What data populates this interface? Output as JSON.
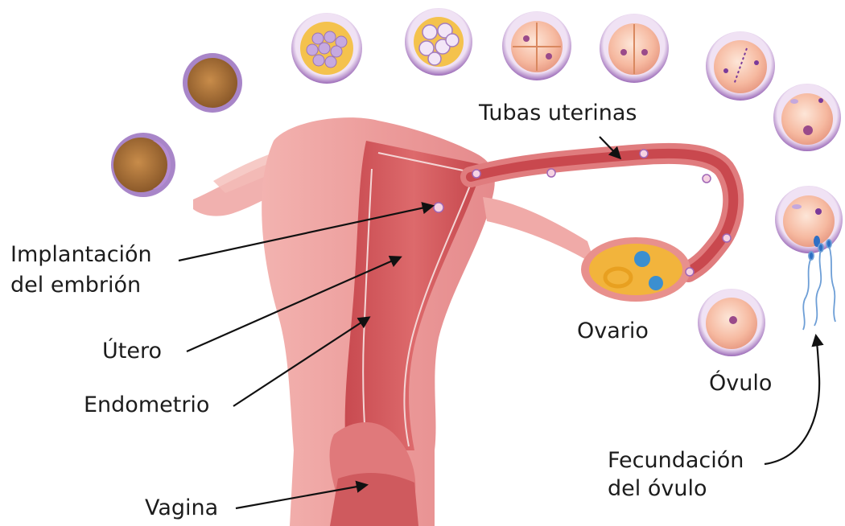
{
  "labels": {
    "tubas": "Tubas uterinas",
    "implantacion_1": "Implantación",
    "implantacion_2": "del embrión",
    "utero": "Útero",
    "endometrio": "Endometrio",
    "vagina": "Vagina",
    "ovario": "Ovario",
    "ovulo": "Óvulo",
    "fecundacion_1": "Fecundación",
    "fecundacion_2": "del óvulo"
  },
  "colors": {
    "uterus_outer": "#eb9a9a",
    "uterus_inner": "#d95c5e",
    "uterus_dark": "#b83c42",
    "ovary": "#f3b73d",
    "cell_rim": "#a67bc4",
    "cell_fill": "#f9c9b4",
    "blastocyst": "#b07a3c",
    "arrow": "#111111"
  }
}
